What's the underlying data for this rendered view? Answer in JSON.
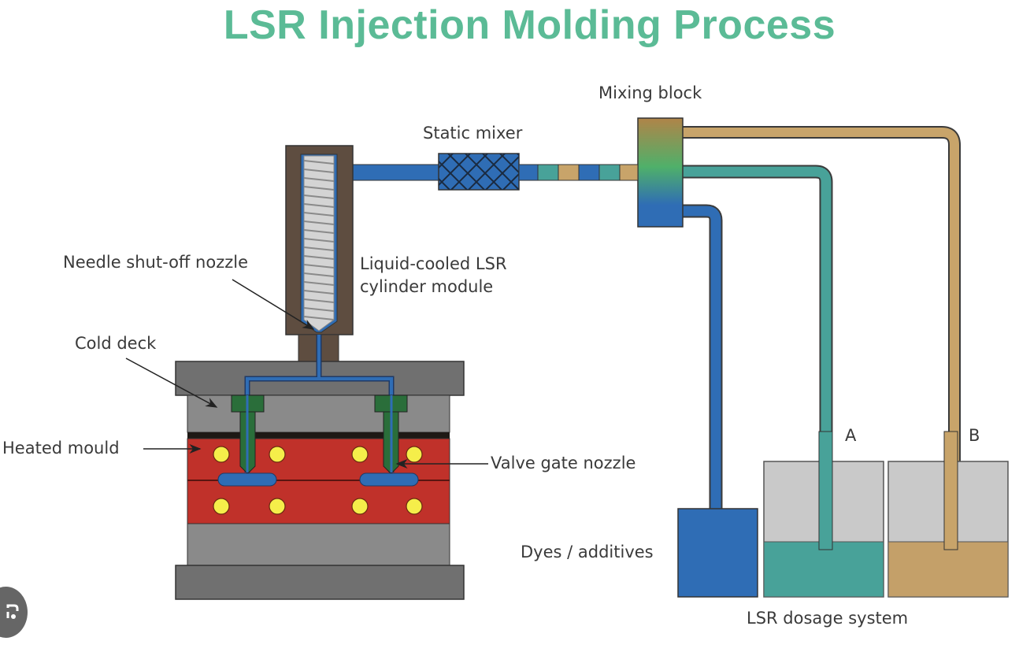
{
  "title": "LSR Injection Molding Process",
  "labels": {
    "mixing_block": "Mixing block",
    "static_mixer": "Static mixer",
    "needle_nozzle": "Needle shut-off nozzle",
    "cylinder_line1": "Liquid-cooled LSR",
    "cylinder_line2": "cylinder module",
    "cold_deck": "Cold deck",
    "heated_mould": "Heated mould",
    "valve_gate": "Valve gate nozzle",
    "dyes": "Dyes / additives",
    "tank_a": "A",
    "tank_b": "B",
    "dosage": "LSR dosage system"
  },
  "colors": {
    "title": "#5bbb96",
    "material_blue": "#2f6db5",
    "component_a": "#48a299",
    "component_b": "#c8a46a",
    "cylinder_brown": "#5e4d40",
    "mould_red": "#c0312a",
    "heater_yellow": "#f5ee4a",
    "plate_gray": "#707070",
    "gate_green": "#2a6e3a"
  },
  "corner_icon": "lens-search-icon"
}
